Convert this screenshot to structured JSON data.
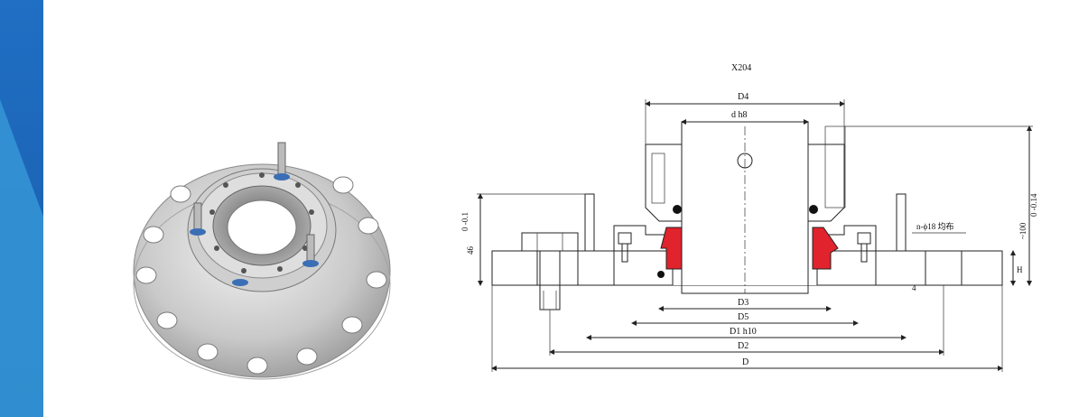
{
  "colors": {
    "accent_blue": "#1a63b8",
    "accent_blue_light": "#3c9ad8",
    "hatch": "#3a7cc0",
    "seal_red": "#e0232c"
  },
  "photo": {
    "subject": "mechanical-seal-photo"
  },
  "drawing": {
    "model": "X204",
    "dims": {
      "d4": "D4",
      "dh8": "d h8",
      "d3": "D3",
      "d5": "D5",
      "d1": "D1 h10",
      "d2": "D2",
      "d": "D",
      "holes": "n-ϕ18 均布",
      "h": "H",
      "four": "4",
      "left_height": "46",
      "left_tol": "0\n-0.1",
      "right_height": "~100",
      "right_tol": "0\n-0.14"
    }
  }
}
